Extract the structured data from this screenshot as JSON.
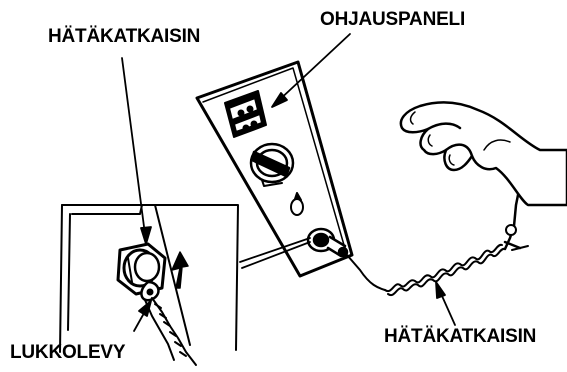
{
  "labels": {
    "emergency_switch_top": "HÄTÄKATKAISIN",
    "control_panel": "OHJAUSPANELI",
    "lock_plate": "LUKKOLEVY",
    "emergency_switch_bottom": "HÄTÄKATKAISIN"
  },
  "colors": {
    "ink": "#000000",
    "background": "#ffffff"
  }
}
